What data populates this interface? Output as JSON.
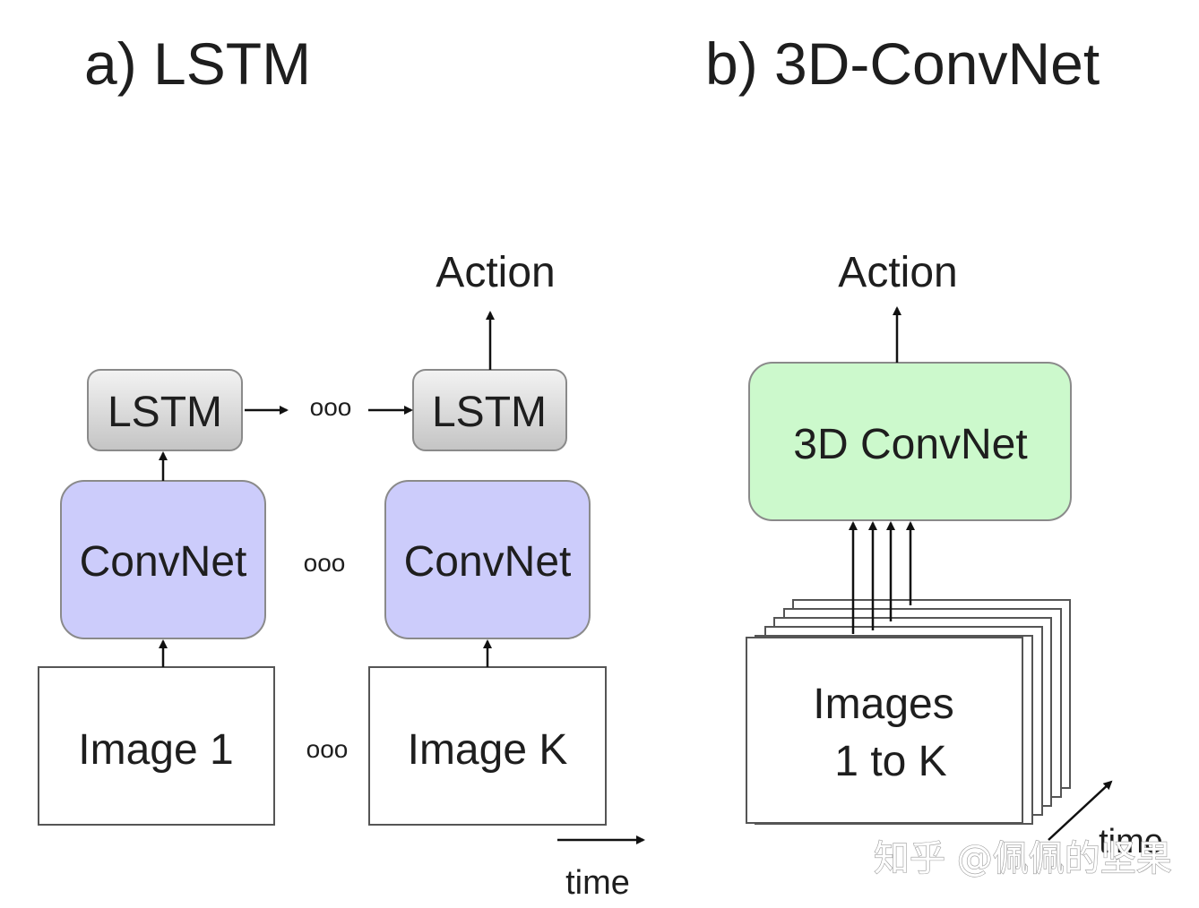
{
  "panel_a": {
    "title": "a) LSTM",
    "output_label": "Action",
    "lstm_label_1": "LSTM",
    "lstm_label_k": "LSTM",
    "convnet_label_1": "ConvNet",
    "convnet_label_k": "ConvNet",
    "image_label_1": "Image 1",
    "image_label_k": "Image K",
    "ellipsis_lstm": "ooo",
    "ellipsis_convnet": "ooo",
    "ellipsis_image": "ooo",
    "time_label": "time"
  },
  "panel_b": {
    "title": "b) 3D-ConvNet",
    "output_label": "Action",
    "convnet_label": "3D ConvNet",
    "images_label_line1": "Images",
    "images_label_line2": "1 to K",
    "time_label": "time"
  },
  "watermark": "知乎 @佩佩的坚果",
  "colors": {
    "lstm_fill_top": "#f3f3f3",
    "lstm_fill_bottom": "#c4c4c4",
    "convnet_fill": "#ccccfb",
    "convnet3d_fill": "#ccf9cc",
    "box_stroke": "#8a8a8a",
    "image_stroke": "#555555",
    "arrow": "#111111",
    "text": "#1e1e1e"
  }
}
